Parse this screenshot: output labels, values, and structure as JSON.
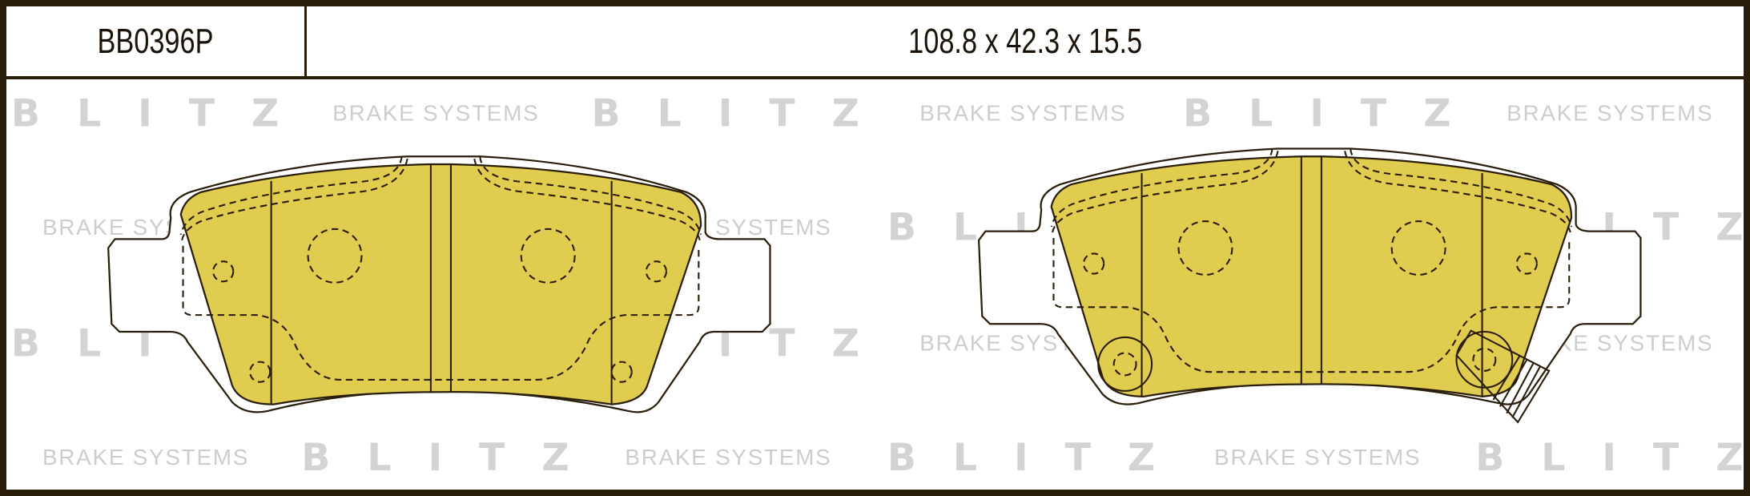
{
  "header": {
    "part_number": "BB0396P",
    "dimensions": "108.8 x 42.3 x 15.5"
  },
  "watermark": {
    "brand": "B L I T Z",
    "tagline": "BRAKE SYSTEMS"
  },
  "colors": {
    "friction": "#e0cd50",
    "border": "#2a1d0a",
    "watermark": "#d3d3d3"
  }
}
